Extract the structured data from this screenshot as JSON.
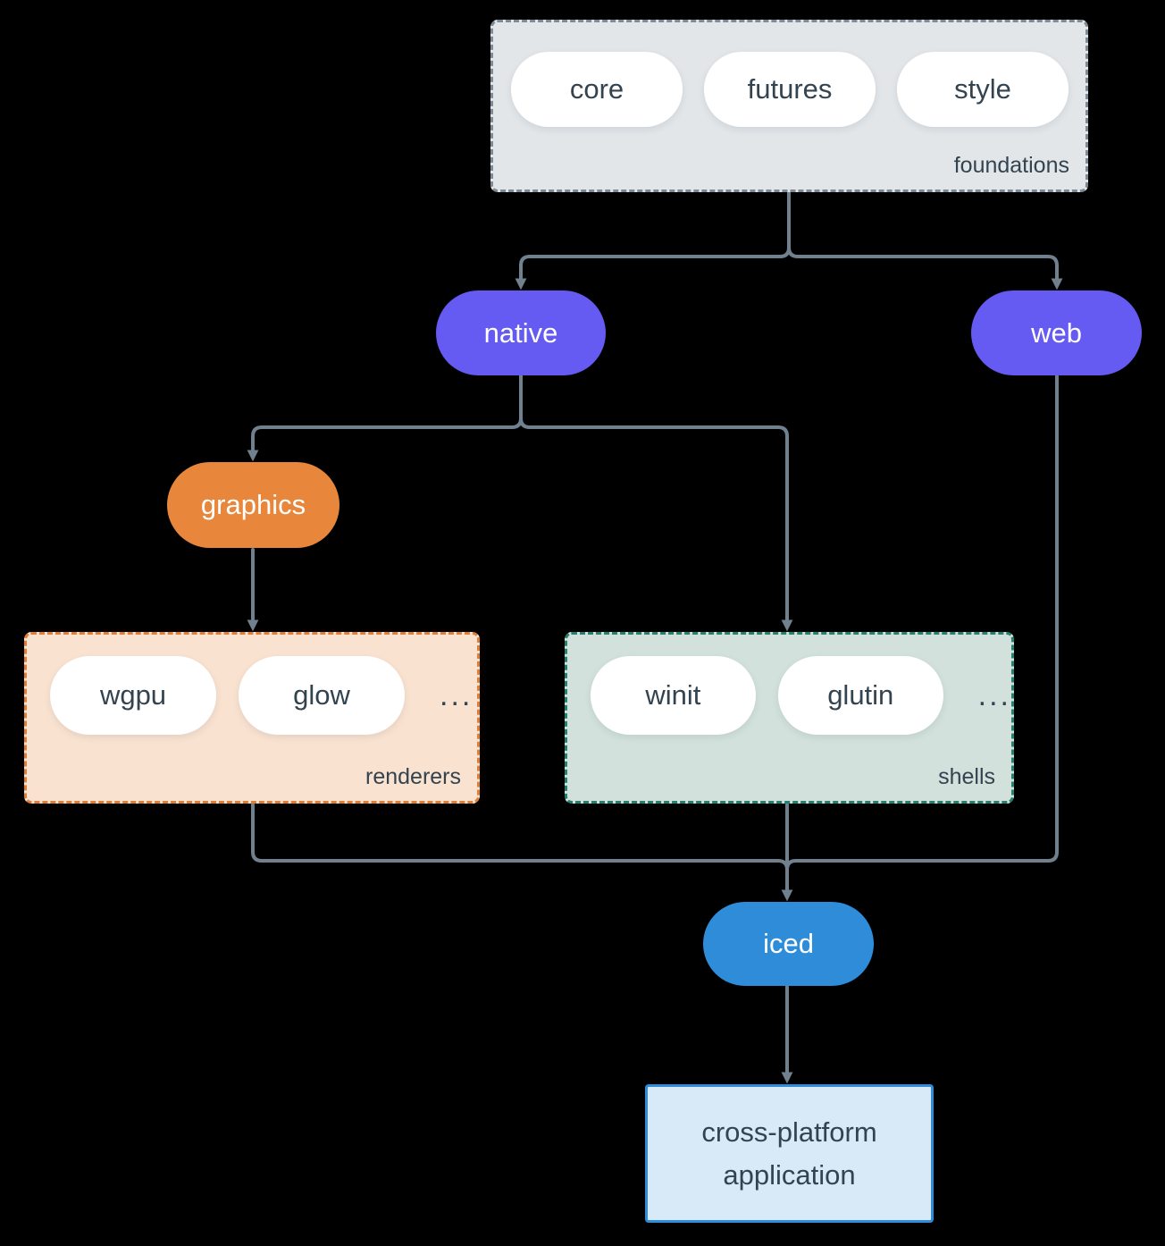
{
  "colors": {
    "background": "#000000",
    "connector": "#71808f",
    "purple": "#655af2",
    "orange": "#e8873b",
    "blue": "#2e8cd9",
    "slate-text": "#33434f",
    "node-text": "#ffffff",
    "foundations-fill": "#e2e6e9",
    "foundations-border": "#7d8b99",
    "renderers-fill": "#f9e2d0",
    "renderers-border": "#e07e35",
    "shells-fill": "#d2e1db",
    "shells-border": "#25816f",
    "app-fill": "#d8e9f8",
    "app-border": "#2e8cd9",
    "pill-fill": "#ffffff"
  },
  "foundations": {
    "label": "foundations",
    "items": [
      "core",
      "futures",
      "style"
    ]
  },
  "native": {
    "label": "native"
  },
  "web": {
    "label": "web"
  },
  "graphics": {
    "label": "graphics"
  },
  "renderers": {
    "label": "renderers",
    "items": [
      "wgpu",
      "glow"
    ],
    "more": "..."
  },
  "shells": {
    "label": "shells",
    "items": [
      "winit",
      "glutin"
    ],
    "more": "..."
  },
  "iced": {
    "label": "iced"
  },
  "application": {
    "line1": "cross-platform",
    "line2": "application"
  }
}
